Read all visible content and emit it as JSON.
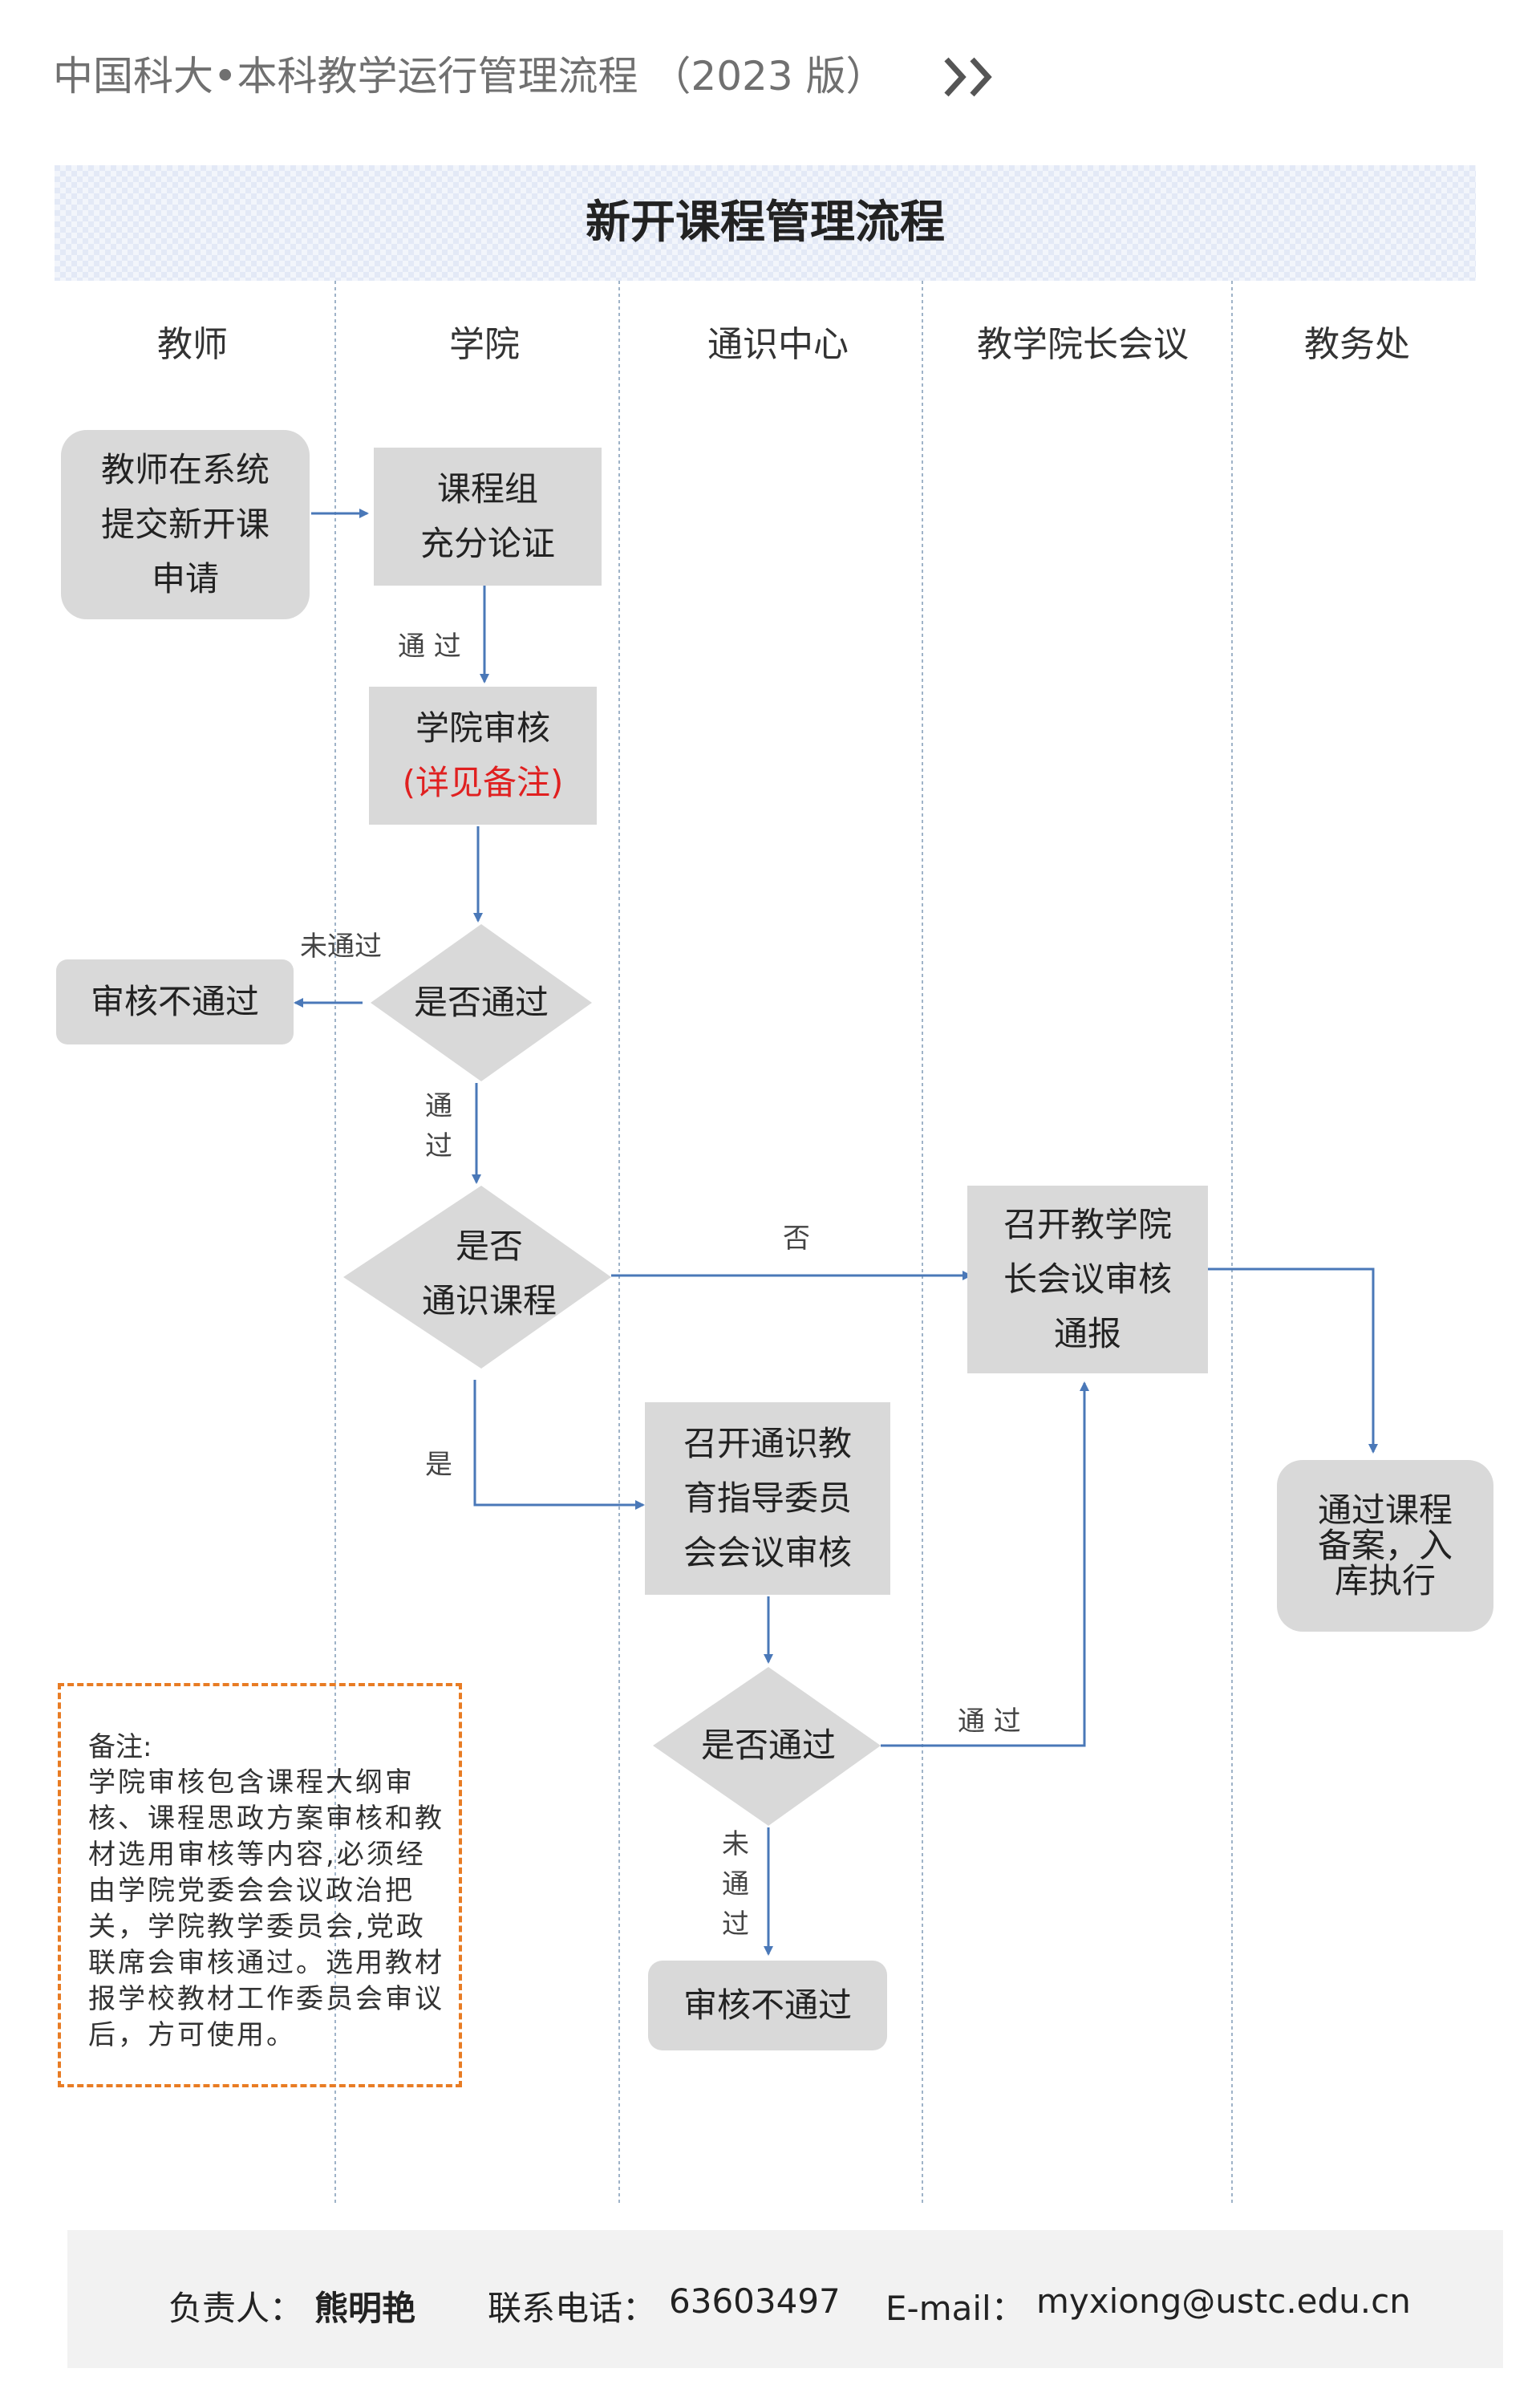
{
  "header": {
    "title": "中国科大•本科教学运行管理流程  （2023 版）"
  },
  "diagram_title": "新开课程管理流程",
  "lanes": [
    "教师",
    "学院",
    "通识中心",
    "教学院长会议",
    "教务处"
  ],
  "nodes": {
    "teacher_submit": [
      "教师在系统",
      "提交新开课",
      "申请"
    ],
    "group_review": [
      "课程组",
      "充分论证"
    ],
    "college_review": "学院审核",
    "college_review_note": "(详见备注)",
    "decision_pass_1": "是否通过",
    "reject_1": "审核不通过",
    "decision_general": [
      "是否",
      "通识课程"
    ],
    "dean_meeting": [
      "召开教学院",
      "长会议审核",
      "通报"
    ],
    "gen_committee": [
      "召开通识教",
      "育指导委员",
      "会会议审核"
    ],
    "decision_pass_2": "是否通过",
    "reject_2": "审核不通过",
    "file_record": [
      "通过课程",
      "备案，入",
      "库执行"
    ]
  },
  "edge_labels": {
    "pass_a": "通 过",
    "fail_a": "未通过",
    "pass_b": [
      "通",
      "过"
    ],
    "no": "否",
    "yes": "是",
    "pass_c": "通 过",
    "fail_b": [
      "未",
      "通",
      "过"
    ]
  },
  "note": {
    "heading": "备注:",
    "text": "学院审核包含课程大纲审核、课程思政方案审核和教材选用审核等内容,必须经由学院党委会会议政治把关，学院教学委员会,党政联席会审核通过。选用教材报学校教材工作委员会审议后，方可使用。"
  },
  "footer": {
    "owner_label": "负责人：",
    "owner": "熊明艳",
    "phone_label": "联系电话：",
    "phone": "63603497",
    "email_label": "E-mail：",
    "email": "myxiong@ustc.edu.cn"
  },
  "colors": {
    "arrow": "#4a78b8",
    "box": "#d9d9d9",
    "note_border": "#e87c24",
    "note_red": "#e02020"
  }
}
